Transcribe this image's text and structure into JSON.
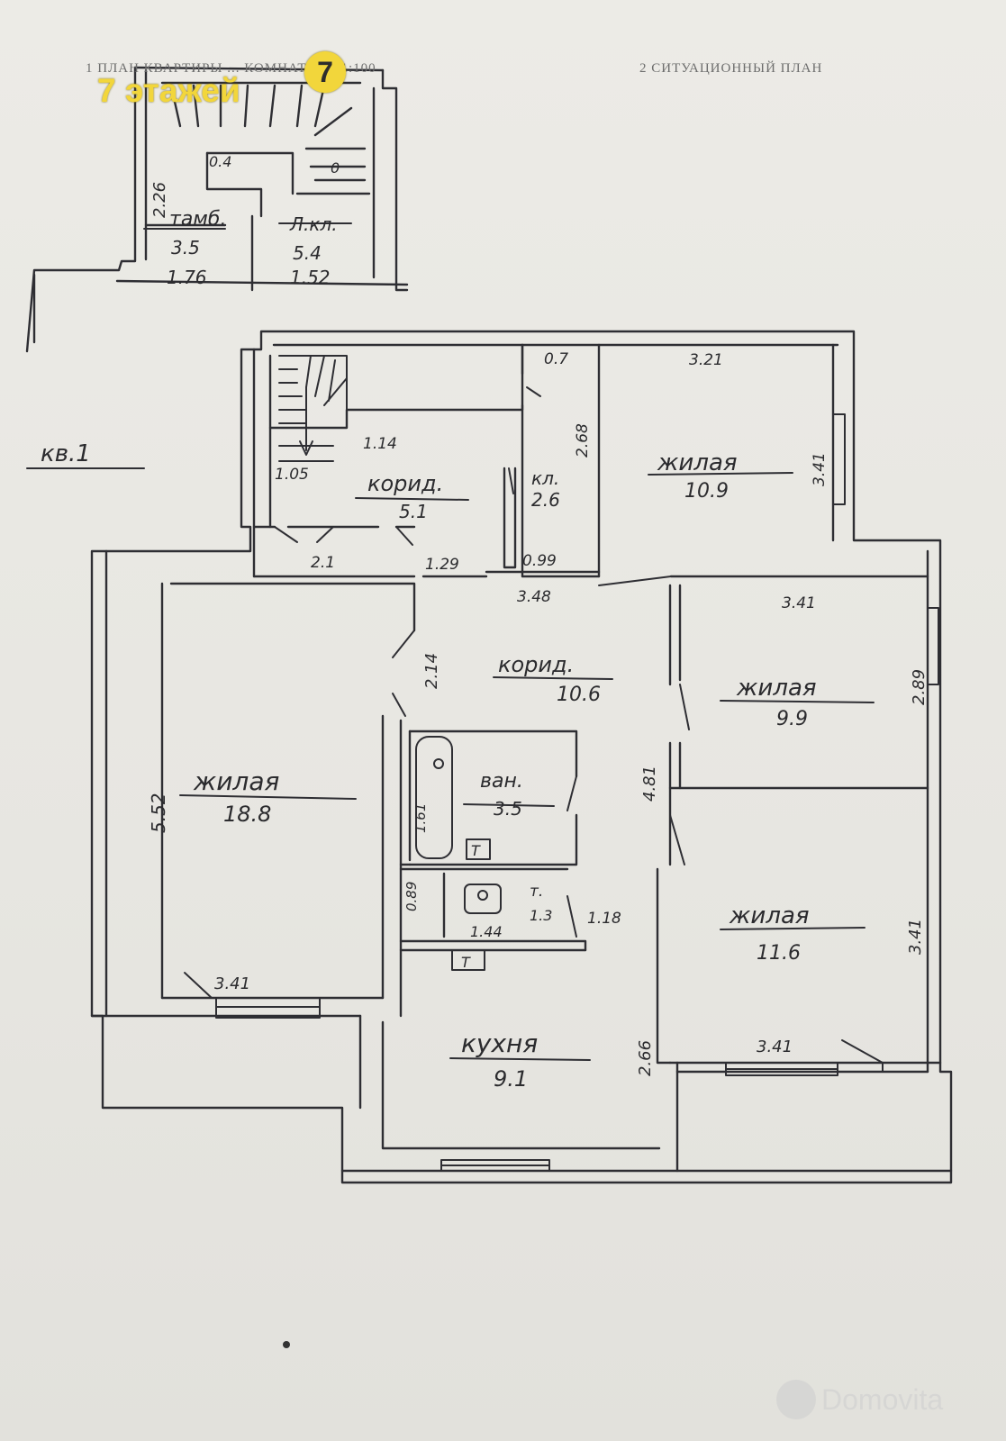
{
  "header": {
    "plan_title": "1 ПЛАН КВАРТИРЫ ... КОМНАТЫ М 1:100",
    "situation_title": "2 СИТУАЦИОННЫЙ ПЛАН"
  },
  "logo": {
    "text": "7 этажей",
    "badge": "7",
    "color": "#f2d63b"
  },
  "watermark": {
    "text": "Domovita"
  },
  "apartment_label": "кв.1",
  "vestibule": {
    "dim_top": "0.4",
    "dim_stair": "0",
    "dim_left": "2.26",
    "tamb_label": "тамб.",
    "tamb_area": "3.5",
    "tamb_width": "1.76",
    "lk_label": "Л.кл.",
    "lk_area": "5.4",
    "lk_width": "1.52"
  },
  "rooms": {
    "corridor_top": {
      "label": "корид.",
      "area": "5.1"
    },
    "pantry": {
      "label": "кл.",
      "area": "2.6"
    },
    "living_ne": {
      "label": "жилая",
      "area": "10.9"
    },
    "corridor_main": {
      "label": "корид.",
      "area": "10.6"
    },
    "living_e": {
      "label": "жилая",
      "area": "9.9"
    },
    "living_w": {
      "label": "жилая",
      "area": "18.8"
    },
    "bath": {
      "label": "ван.",
      "area": "3.5"
    },
    "toilet": {
      "label": "т.",
      "area": "1.3"
    },
    "living_se": {
      "label": "жилая",
      "area": "11.6"
    },
    "kitchen": {
      "label": "кухня",
      "area": "9.1"
    }
  },
  "dims": {
    "d_0_7": "0.7",
    "d_3_21": "3.21",
    "d_2_68": "2.68",
    "d_3_41_ne": "3.41",
    "d_1_14": "1.14",
    "d_1_05": "1.05",
    "d_2_1": "2.1",
    "d_1_29": "1.29",
    "d_0_99": "0.99",
    "d_3_48": "3.48",
    "d_3_41_e_top": "3.41",
    "d_2_89": "2.89",
    "d_2_14": "2.14",
    "d_5_52": "5.52",
    "d_4_81": "4.81",
    "d_1_61": "1.61",
    "d_0_89": "0.89",
    "d_1_44": "1.44",
    "d_1_18": "1.18",
    "d_3_41_se": "3.41",
    "d_3_41_w": "3.41",
    "d_2_66": "2.66",
    "d_3_41_s": "3.41"
  },
  "fixtures": {
    "sink_mark": "T",
    "heater_mark": "T"
  }
}
